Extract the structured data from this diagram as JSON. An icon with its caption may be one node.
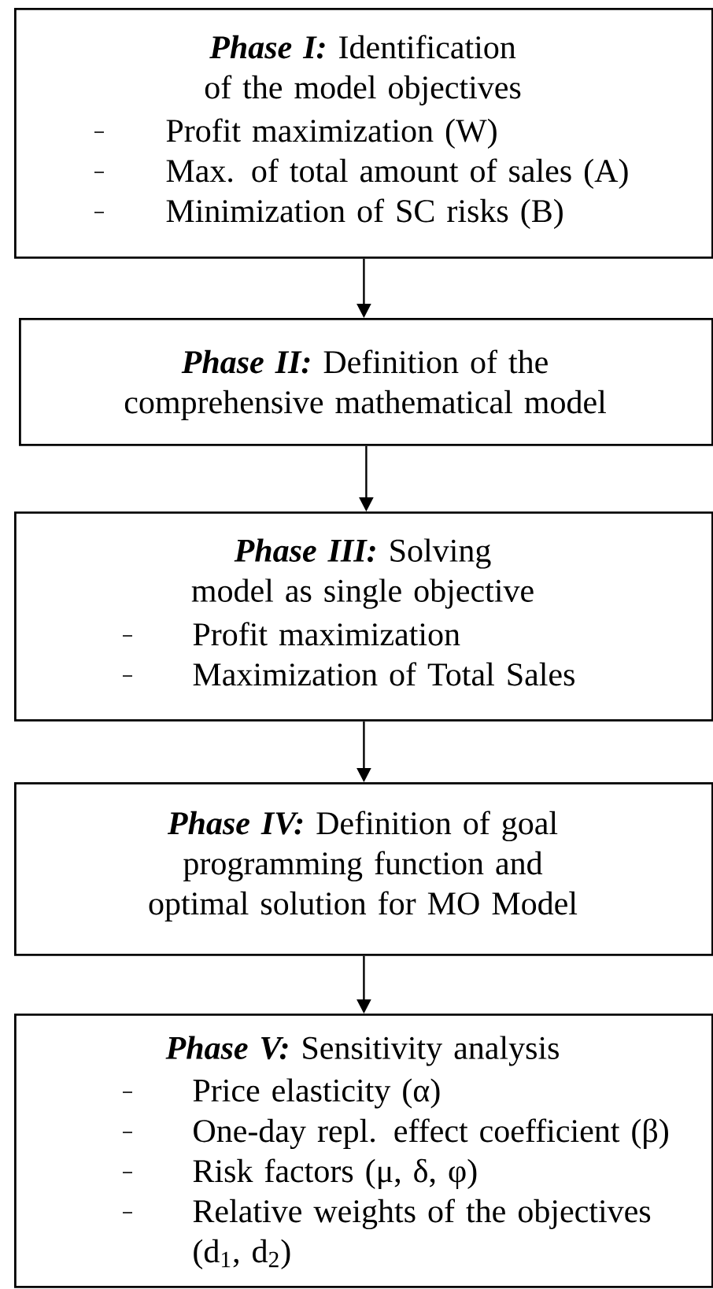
{
  "diagram": {
    "nodes": [
      {
        "text": [
          "**Phase I:** Identification of the model objectives",
          "Profit maximization (W)",
          "Max. of total amount of sales (A)",
          "Minimization of SC risks (B)"
        ]
      },
      {
        "text": [
          "**Phase II:** Definition of the comprehensive mathematical model"
        ]
      },
      {
        "text": [
          "**Phase III:** Solving model as single objective",
          "Profit maximization",
          "Maximization of Total Sales"
        ]
      },
      {
        "text": [
          "**Phase IV:** Definition of goal programming function and optimal solution for MO Model"
        ]
      },
      {
        "text": [
          "**Phase V:** Sensitivity analysis",
          "Price elasticity (α)",
          "One-day repl. effect coefficient (β)",
          "Risk factors (μ, δ, φ)",
          "Relative weights of the objectives (d$_{1}$, d$_{2}$)"
        ]
      }
    ],
    "edges": [
      {
        "from": 0,
        "to": 1,
        "arrow": "to"
      },
      {
        "from": 1,
        "to": 2,
        "arrow": "to"
      },
      {
        "from": 2,
        "to": 3,
        "arrow": "to"
      },
      {
        "from": 3,
        "to": 4,
        "arrow": "to"
      }
    ]
  }
}
